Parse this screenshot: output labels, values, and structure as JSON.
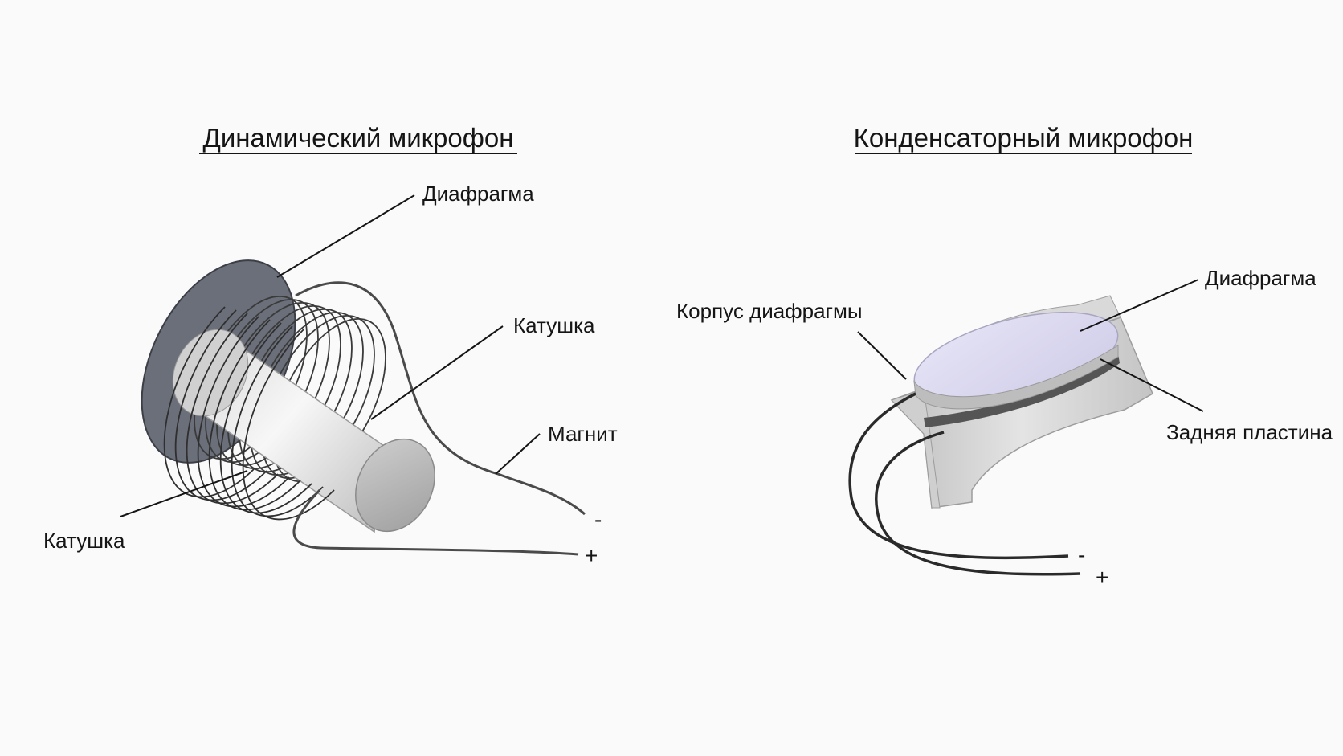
{
  "colors": {
    "background": "#fafafa",
    "ink": "#151515",
    "dynamic_diaphragm": "#6b6f7a",
    "condenser_diaphragm": "#d6d4ec",
    "backplate": "#555555",
    "housing": "#c9c9c9"
  },
  "dynamic": {
    "title": "Динамический микрофон",
    "labels": {
      "diaphragm": "Диафрагма",
      "coil_right": "Катушка",
      "magnet": "Магнит",
      "coil_left": "Катушка",
      "minus": "-",
      "plus": "+"
    }
  },
  "condenser": {
    "title": "Конденсаторный микрофон",
    "labels": {
      "housing": "Корпус диафрагмы",
      "diaphragm": "Диафрагма",
      "backplate": "Задняя пластина",
      "minus": "-",
      "plus": "+"
    }
  }
}
